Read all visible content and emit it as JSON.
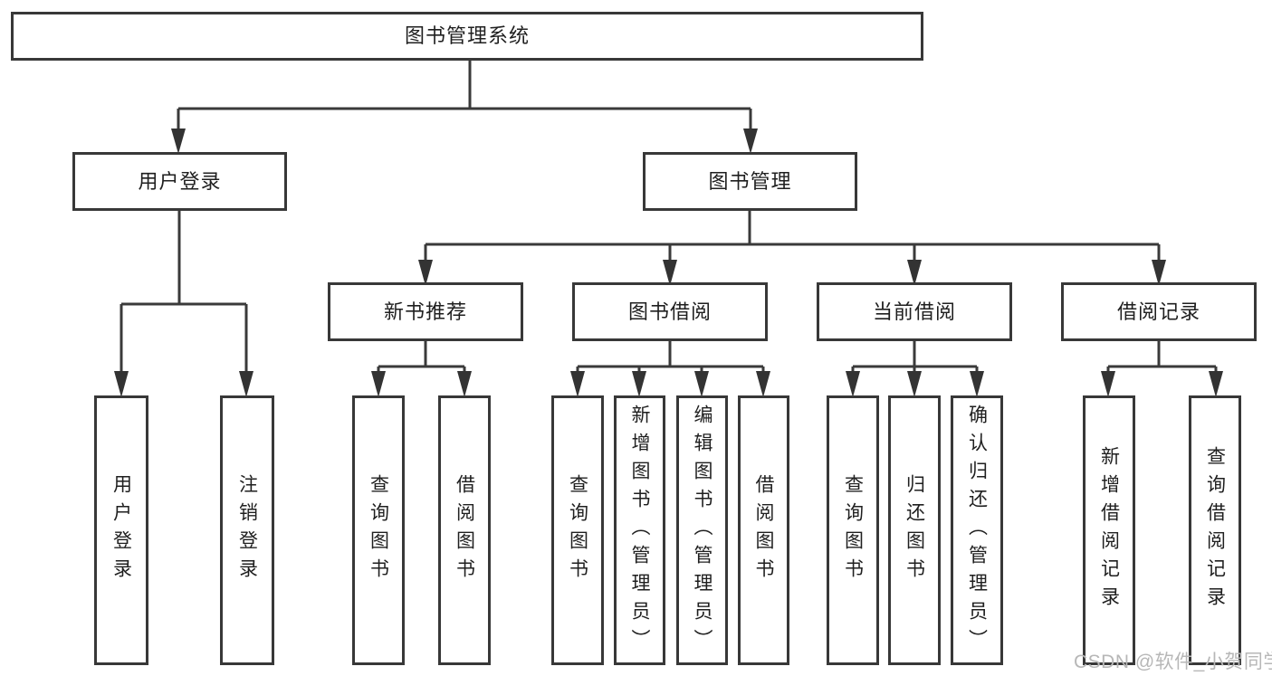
{
  "tree": {
    "root": "图书管理系统",
    "level1": [
      "用户登录",
      "图书管理"
    ],
    "level2": [
      "新书推荐",
      "图书借阅",
      "当前借阅",
      "借阅记录"
    ],
    "leaves": {
      "user_login": [
        "用户登录",
        "注销登录"
      ],
      "new_book_rec": [
        "查询图书",
        "借阅图书"
      ],
      "book_borrow": [
        "查询图书",
        "新增图书（管理员）",
        "编辑图书（管理员）",
        "借阅图书"
      ],
      "current_borrow": [
        "查询图书",
        "归还图书",
        "确认归还（管理员）"
      ],
      "borrow_records": [
        "新增借阅记录",
        "查询借阅记录"
      ]
    }
  },
  "watermark": "CSDN @软件_小贺同学",
  "colors": {
    "line": "#3a3a3a",
    "border": "#383838",
    "text": "#1f1f1f",
    "watermark": "#b7b7b7",
    "background": "#ffffff"
  }
}
